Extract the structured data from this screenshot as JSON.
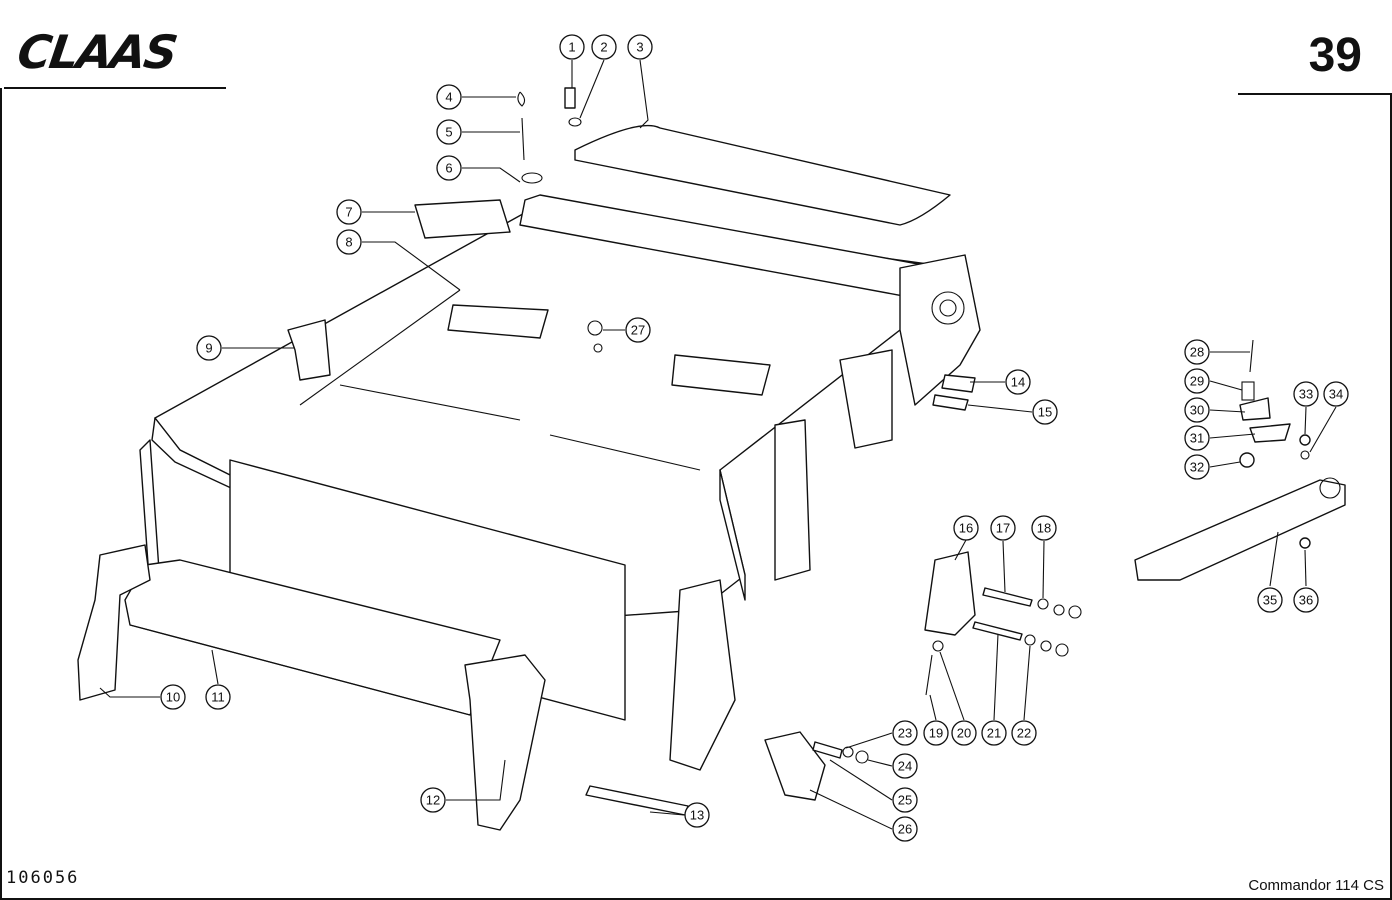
{
  "header": {
    "brand": "CLAAS",
    "page_number": "39"
  },
  "footer": {
    "drawing_number": "106056",
    "model": "Commandor 114 CS"
  },
  "callouts": [
    "1",
    "2",
    "3",
    "4",
    "5",
    "6",
    "7",
    "8",
    "9",
    "10",
    "11",
    "12",
    "13",
    "14",
    "15",
    "16",
    "17",
    "18",
    "19",
    "20",
    "21",
    "22",
    "23",
    "24",
    "25",
    "26",
    "27",
    "28",
    "29",
    "30",
    "31",
    "32",
    "33",
    "34",
    "35",
    "36"
  ]
}
